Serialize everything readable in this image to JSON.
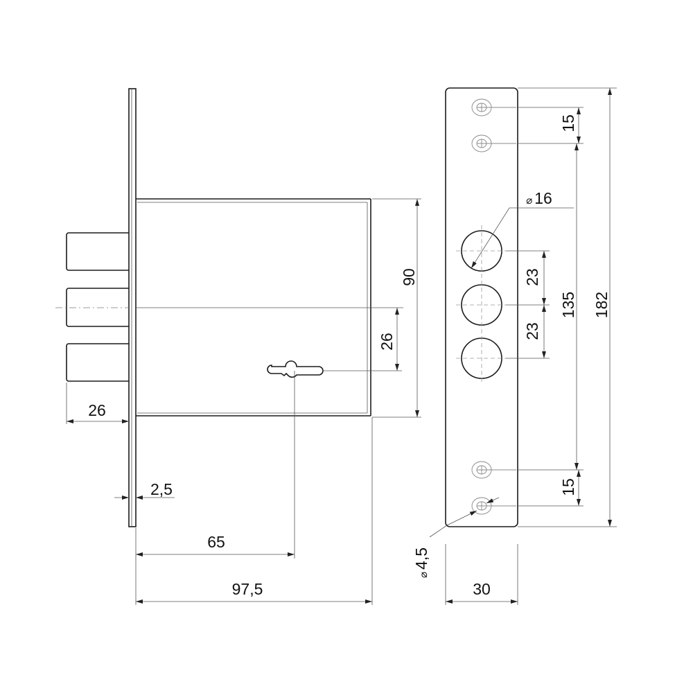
{
  "drawing": {
    "colors": {
      "line": "#1a1a1a",
      "dim": "#555555"
    },
    "lock_body": {
      "bolt_length": "26",
      "faceplate_thickness": "2,5",
      "backset": "65",
      "case_depth": "97,5",
      "case_height": "90",
      "key_to_center": "26"
    },
    "strike_plate": {
      "big_hole_diameter_symbol": "⌀",
      "big_hole_diameter": "16",
      "bolt_spacing_upper": "23",
      "bolt_spacing_lower": "23",
      "screw_spacing_top": "15",
      "screw_spacing_bottom": "15",
      "inner_screw_distance": "135",
      "plate_height": "182",
      "plate_width": "30",
      "screw_hole_diameter_symbol": "⌀",
      "screw_hole_diameter": "4,5"
    }
  }
}
